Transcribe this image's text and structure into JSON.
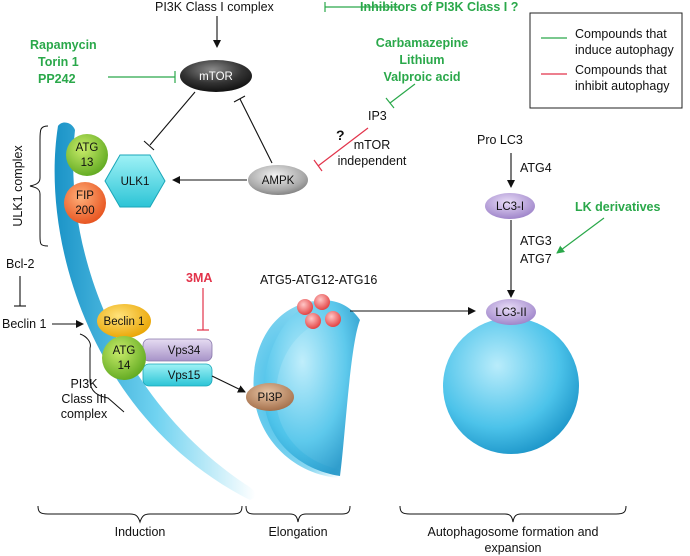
{
  "legend": {
    "induce": "Compounds that\ninduce autophagy",
    "inhibit": "Compounds that\ninhibit autophagy",
    "colors": {
      "induce": "#2aa84a",
      "inhibit": "#e2334a"
    }
  },
  "top": {
    "pi3k_class1": "PI3K Class I complex",
    "inhibitors": "Inhibitors of PI3K Class I ?",
    "mtor": "mTOR",
    "rapamycin": "Rapamycin",
    "torin": "Torin 1",
    "pp242": "PP242",
    "carbamazepine": "Carbamazepine",
    "lithium": "Lithium",
    "valproic": "Valproic acid",
    "ip3": "IP3",
    "question": "?",
    "mtor_indep1": "mTOR",
    "mtor_indep2": "independent",
    "ampk": "AMPK"
  },
  "ulk1": {
    "bracket_label": "ULK1 complex",
    "atg13_a": "ATG",
    "atg13_b": "13",
    "ulk1": "ULK1",
    "fip_a": "FIP",
    "fip_b": "200"
  },
  "pi3k3": {
    "bcl2": "Bcl-2",
    "beclin_left": "Beclin 1",
    "beclin1": "Beclin 1",
    "atg14_a": "ATG",
    "atg14_b": "14",
    "vps34": "Vps34",
    "vps15": "Vps15",
    "threema": "3MA",
    "label1": "PI3K",
    "label2": "Class III",
    "label3": "complex",
    "pi3p": "PI3P"
  },
  "right": {
    "atg5": "ATG5-ATG12-ATG16",
    "prolc3": "Pro LC3",
    "atg4": "ATG4",
    "lc3i": "LC3-I",
    "lk": "LK derivatives",
    "atg3": "ATG3",
    "atg7": "ATG7",
    "lc3ii": "LC3-II"
  },
  "stages": {
    "induction": "Induction",
    "elongation": "Elongation",
    "formation1": "Autophagosome formation and",
    "formation2": "expansion"
  }
}
